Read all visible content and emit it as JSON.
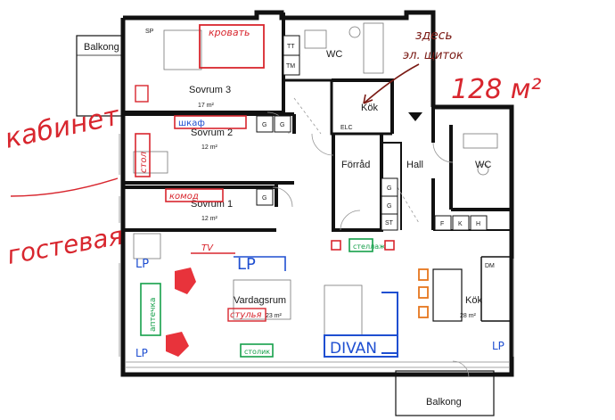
{
  "rooms": {
    "balkong_left": "Balkong",
    "sovrum3": "Sovrum 3",
    "sovrum3_area": "17 m²",
    "wc_top": "WC",
    "kok_small": "Kök",
    "elc": "ELC",
    "sovrum2": "Sovrum 2",
    "sovrum2_area": "12 m²",
    "forrad": "Förråd",
    "hall": "Hall",
    "wc_right": "WC",
    "sovrum1": "Sovrum 1",
    "sovrum1_area": "12 m²",
    "vardagsrum": "Vardagsrum",
    "vardagsrum_area": "23 m²",
    "kok": "Kök",
    "kok_area": "28 m²",
    "balkong_bottom": "Balkong"
  },
  "fixtures": {
    "tt": "TT",
    "tm": "TM",
    "g": "G",
    "st": "ST",
    "f": "F",
    "k": "K",
    "h": "H",
    "dm": "DM",
    "sp": "SP"
  },
  "annotations": {
    "area_total": "128 м²",
    "shield_note_1": "здесь",
    "shield_note_2": "эл. щиток",
    "kabinet": "кабинет",
    "gostevaya": "гостевая",
    "krovat": "кровать",
    "shkaf": "шкаф",
    "komod": "комод",
    "stol": "стол",
    "tv": "TV",
    "lp_1": "LP",
    "lp_2": "LP",
    "lp_3": "LP",
    "lp_4": "LP",
    "stellazh": "стеллаж",
    "aptechka": "аптечка",
    "stolik": "столик",
    "stulya": "стулья",
    "divan": "DIVAN"
  },
  "colors": {
    "wall": "#111111",
    "annotation_red": "#d8262e",
    "annotation_blue": "#1f4fd1",
    "annotation_green": "#15a04a",
    "annotation_orange": "#e6761e",
    "annotation_dark": "#7a1a14"
  }
}
